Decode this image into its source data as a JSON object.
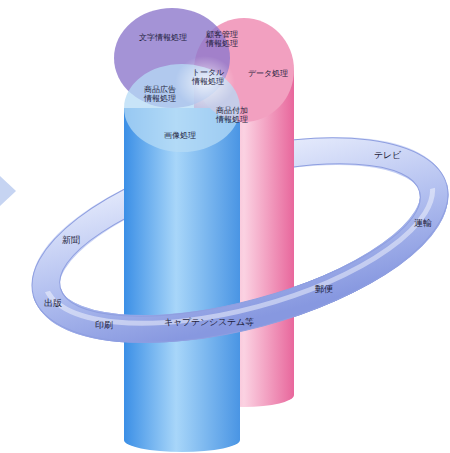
{
  "diagram": {
    "nodes": [
      {
        "text": [
          "文字情報処理"
        ]
      },
      {
        "text": [
          "データ処理"
        ]
      },
      {
        "text": [
          "画像処理"
        ]
      },
      {
        "text": [
          "テレビ",
          "運輸",
          "郵便",
          "キャプテンシステム等",
          "印刷",
          "出版",
          "新聞"
        ]
      }
    ],
    "labels": [
      "顧客管理 情報処理",
      "トータル 情報処理",
      "商品広告 情報処理",
      "商品付加 情報処理"
    ]
  }
}
